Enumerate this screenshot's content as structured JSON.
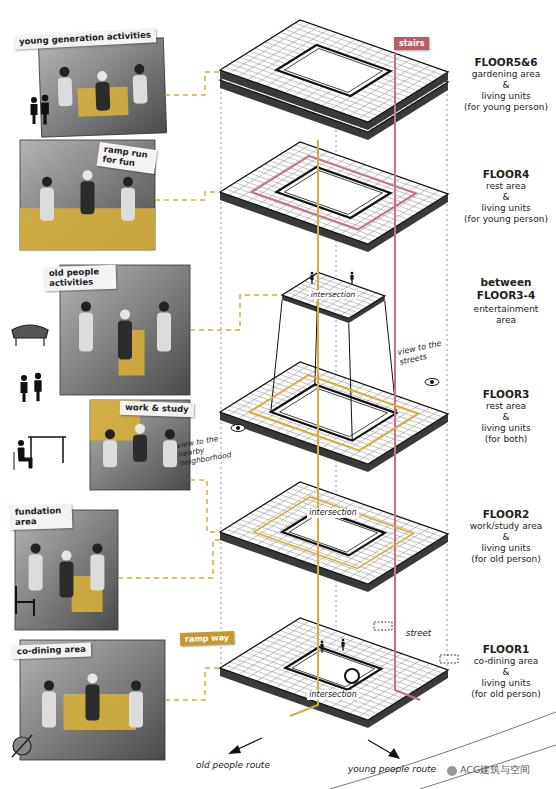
{
  "diagram": {
    "nodes": [
      {
        "text": [
          "young generation activities"
        ]
      },
      {
        "text": [
          "ramp run for fun"
        ]
      },
      {
        "text": [
          "stairs"
        ]
      },
      {
        "text": [
          "old people activities"
        ]
      },
      {
        "text": [
          "work & study"
        ]
      },
      {
        "text": [
          "fundation area"
        ]
      },
      {
        "text": [
          "ramp way"
        ]
      },
      {
        "text": [
          "co-dining area"
        ]
      }
    ],
    "labels": [
      "FLOOR5&6",
      "gardening area",
      "&",
      "living units",
      "(for young person)",
      "FLOOR4",
      "rest area",
      "&",
      "living units",
      "(for young person)",
      "between FLOOR3-4",
      "entertainment area",
      "FLOOR3",
      "rest area",
      "&",
      "living units",
      "(for both)",
      "FLOOR2",
      "work/study area",
      "&",
      "living units",
      "(for old person)",
      "FLOOR1",
      "co-dining area",
      "&",
      "living units",
      "(for old person)",
      "intersection",
      "view to the streets",
      "intersection",
      "view to the nearby neighborhood",
      "street",
      "intersection",
      "old people route",
      "young people route",
      "ACG建筑与空间"
    ]
  }
}
